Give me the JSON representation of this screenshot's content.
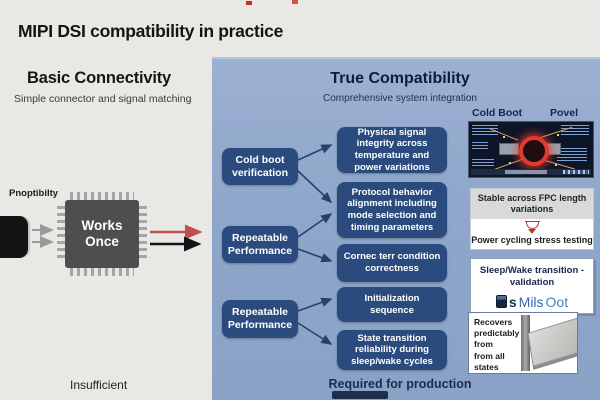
{
  "title": "MIPI DSI compatibility in practice",
  "basic": {
    "heading": "Basic Connectivity",
    "subheading": "Simple connector and signal matching",
    "port_label": "Pnoptibilty",
    "chip_line1": "Works",
    "chip_line2": "Once",
    "note": "Insufficient"
  },
  "compat": {
    "heading": "True Compatibility",
    "subheading": "Comprehensive system integration",
    "note": "Required for production",
    "stage_boxes": [
      "Cold boot verification",
      "Repeatable Performance",
      "Repeatable Performance"
    ],
    "check_boxes": [
      "Physical signal integrity across temperature and power variations",
      "Protocol behavior alignment including mode selection and timing parameters",
      "Cornec terr condition correctness",
      "Initialization sequence",
      "State transition reliability during sleep/wake cycles"
    ]
  },
  "sidebar": {
    "scope_label_left": "Cold Boot",
    "scope_label_right": "Povel",
    "fpc_card": {
      "title": "Stable across FPC length variations",
      "caption": "Power cycling stress testing"
    },
    "sleep_card": {
      "title": "Sleep/Wake transition - validation",
      "logo_prefix": "s",
      "logo_word1": "Mils",
      "logo_word2": "Oot"
    },
    "recover_card": {
      "lines": [
        "Recovers",
        "predictably",
        "from",
        "from all",
        "states"
      ]
    }
  },
  "colors": {
    "panel_blue": "#8ea6c9",
    "box_navy": "#2b4b7e",
    "red_arrow": "#c0504d",
    "black_arrow": "#141414",
    "icon_red": "#b93b32",
    "background": "#e9e8e5"
  }
}
